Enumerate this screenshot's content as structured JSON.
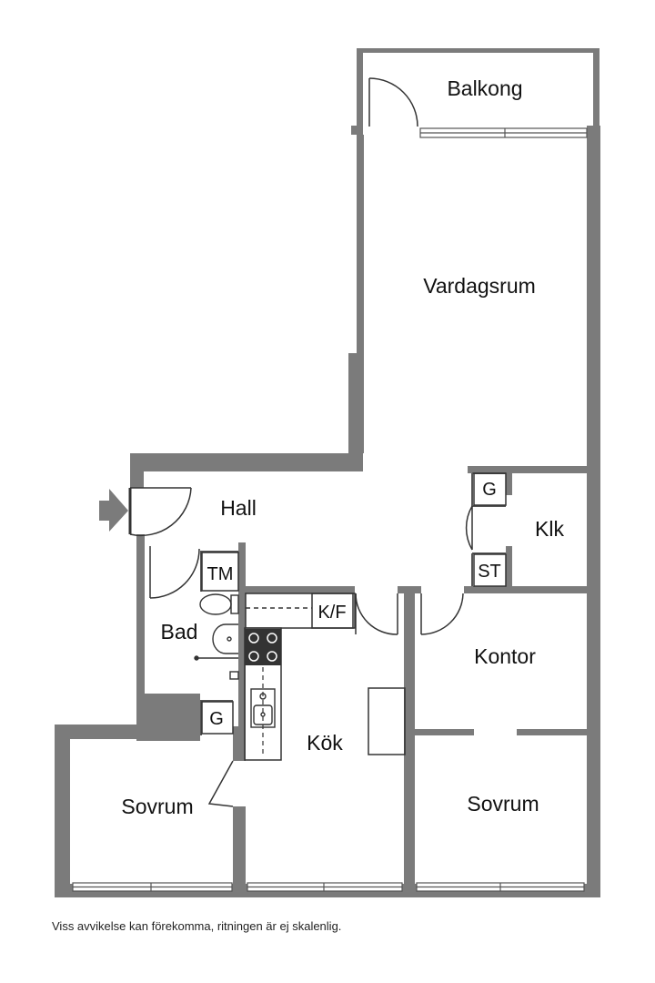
{
  "rooms": {
    "balkong": "Balkong",
    "vardagsrum": "Vardagsrum",
    "hall": "Hall",
    "klk": "Klk",
    "bad": "Bad",
    "kontor": "Kontor",
    "kok": "Kök",
    "sovrum_left": "Sovrum",
    "sovrum_right": "Sovrum"
  },
  "fixtures": {
    "g_hall": "G",
    "st": "ST",
    "tm": "TM",
    "kf": "K/F",
    "g_bad": "G"
  },
  "footnote": "Viss avvikelse kan förekomma, ritningen är ej skalenlig.",
  "colors": {
    "wall": "#7b7b7b",
    "line": "#333333",
    "stove": "#333333"
  }
}
